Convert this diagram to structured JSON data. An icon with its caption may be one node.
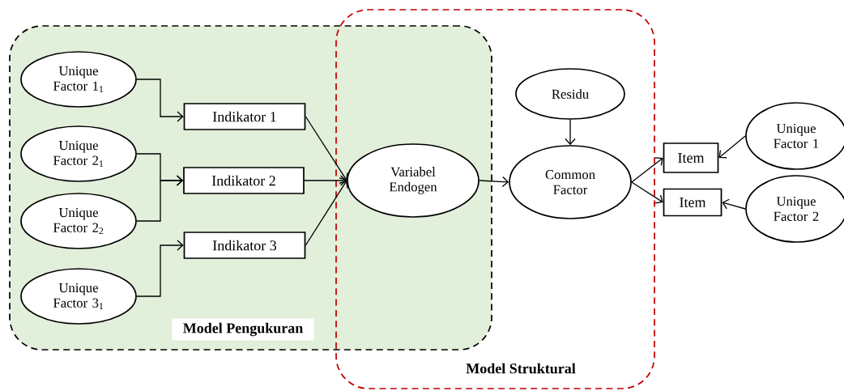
{
  "diagram": {
    "nodes": [
      {
        "text": [
          "Model Pengukuran"
        ]
      },
      {
        "text": [
          "Model Struktural"
        ]
      },
      {
        "text": [
          "Unique Factor 1$_{1}$"
        ],
        "in": 0
      },
      {
        "text": [
          "Unique Factor 2$_{1}$"
        ],
        "in": 0
      },
      {
        "text": [
          "Unique Factor 2$_{2}$"
        ],
        "in": 0
      },
      {
        "text": [
          "Unique Factor 3$_{1}$"
        ],
        "in": 0
      },
      {
        "text": [
          "Indikator  1"
        ],
        "in": 0
      },
      {
        "text": [
          "Indikator  2"
        ],
        "in": 0
      },
      {
        "text": [
          "Indikator  3"
        ],
        "in": 0
      },
      {
        "text": [
          "Variabel Endogen"
        ]
      },
      {
        "text": [
          "Residu"
        ],
        "in": 1
      },
      {
        "text": [
          "Common Factor"
        ],
        "in": 1
      },
      {
        "text": [
          "Item"
        ]
      },
      {
        "text": [
          "Item"
        ]
      },
      {
        "text": [
          "Unique Factor 1"
        ]
      },
      {
        "text": [
          "Unique Factor 2"
        ]
      }
    ],
    "edges": [
      {
        "from": 2,
        "to": 6,
        "arrow": "to"
      },
      {
        "from": 3,
        "to": 7,
        "arrow": "to"
      },
      {
        "from": 4,
        "to": 7,
        "arrow": "to"
      },
      {
        "from": 5,
        "to": 8,
        "arrow": "to"
      },
      {
        "from": 6,
        "to": 9,
        "arrow": "to"
      },
      {
        "from": 7,
        "to": 9,
        "arrow": "to"
      },
      {
        "from": 8,
        "to": 9,
        "arrow": "to"
      },
      {
        "from": 9,
        "to": 11,
        "arrow": "to"
      },
      {
        "from": 10,
        "to": 11,
        "arrow": "to"
      },
      {
        "from": 11,
        "to": 12,
        "arrow": "to"
      },
      {
        "from": 11,
        "to": 13,
        "arrow": "to"
      },
      {
        "from": 14,
        "to": 12,
        "arrow": "to"
      },
      {
        "from": 15,
        "to": 13,
        "arrow": "to"
      }
    ]
  }
}
